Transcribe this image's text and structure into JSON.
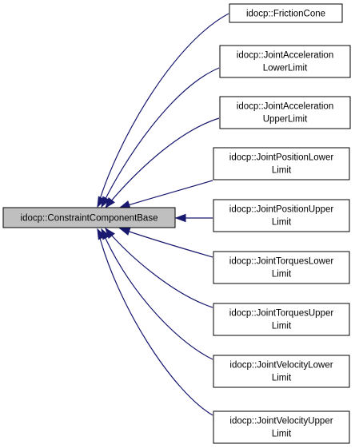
{
  "diagram": {
    "base_class": "idocp::ConstraintComponentBase",
    "derived_classes": [
      {
        "lines": [
          "idocp::FrictionCone"
        ]
      },
      {
        "lines": [
          "idocp::JointAcceleration",
          "LowerLimit"
        ]
      },
      {
        "lines": [
          "idocp::JointAcceleration",
          "UpperLimit"
        ]
      },
      {
        "lines": [
          "idocp::JointPositionLower",
          "Limit"
        ]
      },
      {
        "lines": [
          "idocp::JointPositionUpper",
          "Limit"
        ]
      },
      {
        "lines": [
          "idocp::JointTorquesLower",
          "Limit"
        ]
      },
      {
        "lines": [
          "idocp::JointTorquesUpper",
          "Limit"
        ]
      },
      {
        "lines": [
          "idocp::JointVelocityLower",
          "Limit"
        ]
      },
      {
        "lines": [
          "idocp::JointVelocityUpper",
          "Limit"
        ]
      }
    ],
    "colors": {
      "edge": "#191970",
      "base_fill": "#bfbfbf",
      "node_fill": "#ffffff",
      "border": "#000000"
    }
  }
}
